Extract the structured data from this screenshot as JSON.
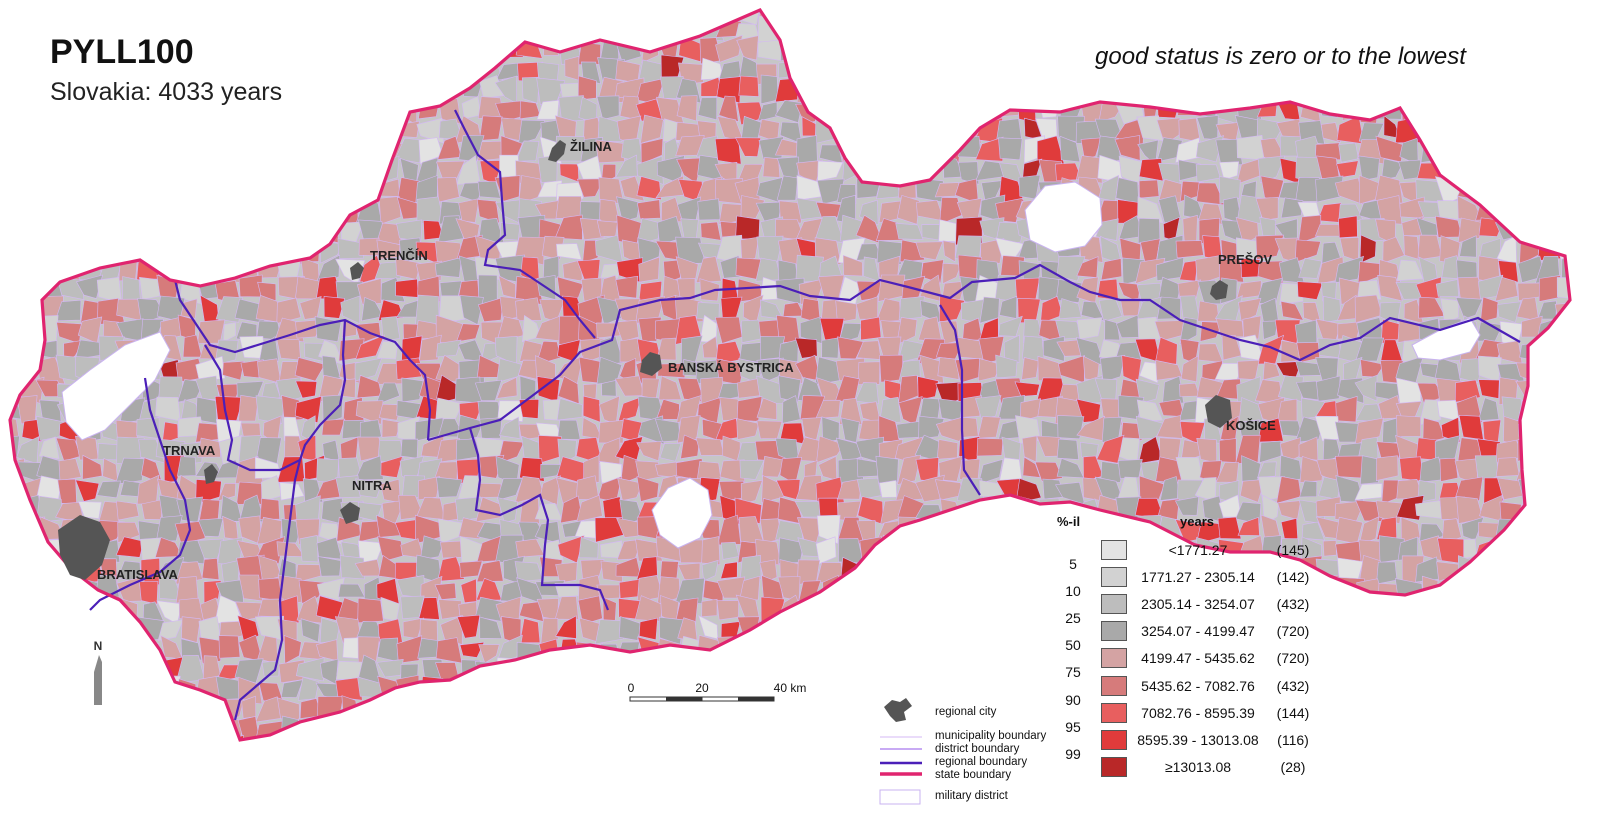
{
  "title": "PYLL100",
  "subtitle": "Slovakia: 4033 years",
  "note": "good status is zero or to the lowest",
  "colors": {
    "state_boundary": "#e0246f",
    "regional_boundary": "#4b1fb8",
    "district_boundary": "#b58ef0",
    "municipality_boundary": "#d4b8f5",
    "regional_city": "#555555"
  },
  "cities": [
    {
      "name": "ŽILINA"
    },
    {
      "name": "TRENČÍN"
    },
    {
      "name": "PREŠOV"
    },
    {
      "name": "BANSKÁ BYSTRICA"
    },
    {
      "name": "TRNAVA"
    },
    {
      "name": "NITRA"
    },
    {
      "name": "KOŠICE"
    },
    {
      "name": "BRATISLAVA"
    }
  ],
  "north_label": "N",
  "scale": {
    "labels": [
      "0",
      "20",
      "40 km"
    ]
  },
  "legend": {
    "pct_header": "%-il",
    "years_header": "years",
    "percentiles": [
      "5",
      "10",
      "25",
      "50",
      "75",
      "90",
      "95",
      "99"
    ],
    "classes": [
      {
        "range": "<1771.27",
        "count": "(145)",
        "color": "#e3e3e3"
      },
      {
        "range": "1771.27 - 2305.14",
        "count": "(142)",
        "color": "#d2d2d2"
      },
      {
        "range": "2305.14 - 3254.07",
        "count": "(432)",
        "color": "#bdbdbd"
      },
      {
        "range": "3254.07 - 4199.47",
        "count": "(720)",
        "color": "#a9a9a9"
      },
      {
        "range": "4199.47 - 5435.62",
        "count": "(720)",
        "color": "#d4a3a3"
      },
      {
        "range": "5435.62 - 7082.76",
        "count": "(432)",
        "color": "#d67b7b"
      },
      {
        "range": "7082.76 - 8595.39",
        "count": "(144)",
        "color": "#e85f5f"
      },
      {
        "range": "8595.39 - 13013.08",
        "count": "(116)",
        "color": "#e03b3b"
      },
      {
        "range": "≥13013.08",
        "count": "(28)",
        "color": "#b92828"
      }
    ],
    "symbols": {
      "regional_city": "regional city",
      "municipality_boundary": "municipality boundary",
      "district_boundary": "district boundary",
      "regional_boundary": "regional boundary",
      "state_boundary": "state boundary",
      "military_district": "military district"
    }
  }
}
